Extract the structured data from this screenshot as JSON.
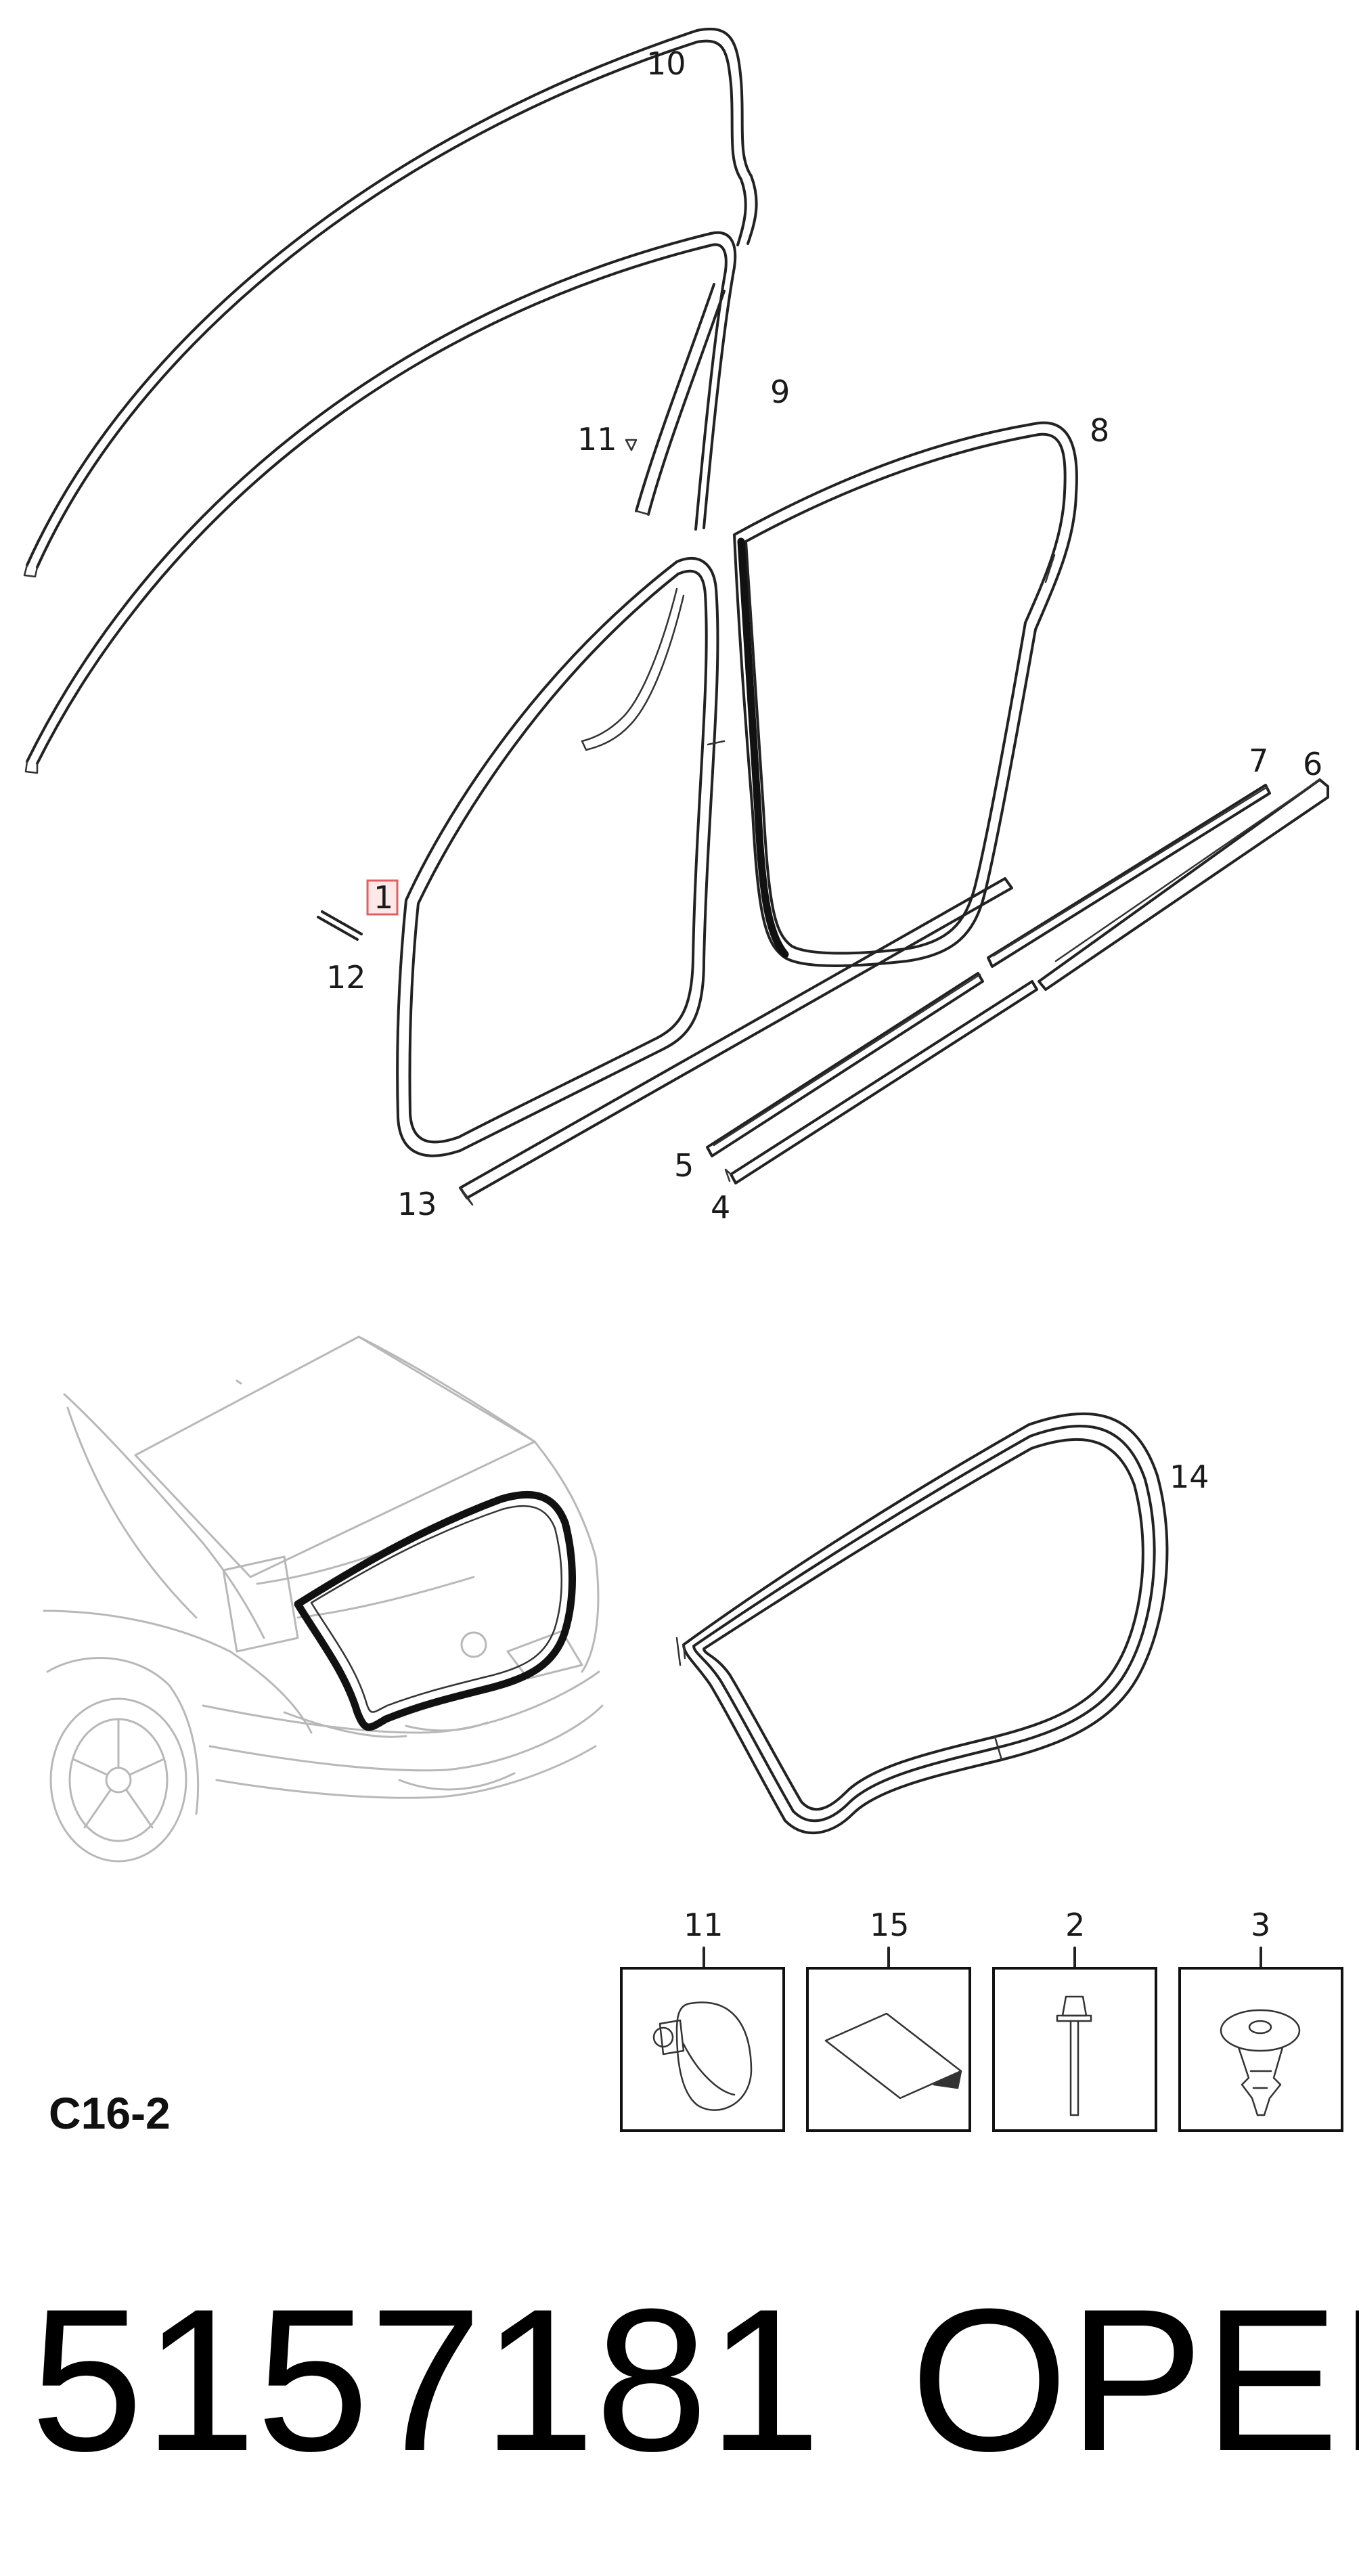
{
  "diagram": {
    "callouts": {
      "c1": "1",
      "c2": "2",
      "c3": "3",
      "c4": "4",
      "c5": "5",
      "c6": "6",
      "c7": "7",
      "c8": "8",
      "c9": "9",
      "c10": "10",
      "c11a": "11",
      "c11b": "11",
      "c12": "12",
      "c13": "13",
      "c14": "14",
      "c15": "15"
    },
    "section_code": "C16-2",
    "part_number": "5157181",
    "brand": "OPEL",
    "colors": {
      "line": "#222222",
      "car_outline": "#b8b8b8",
      "callout_highlight": "#e06060",
      "callout_highlight_fill": "#fde8e8"
    }
  }
}
